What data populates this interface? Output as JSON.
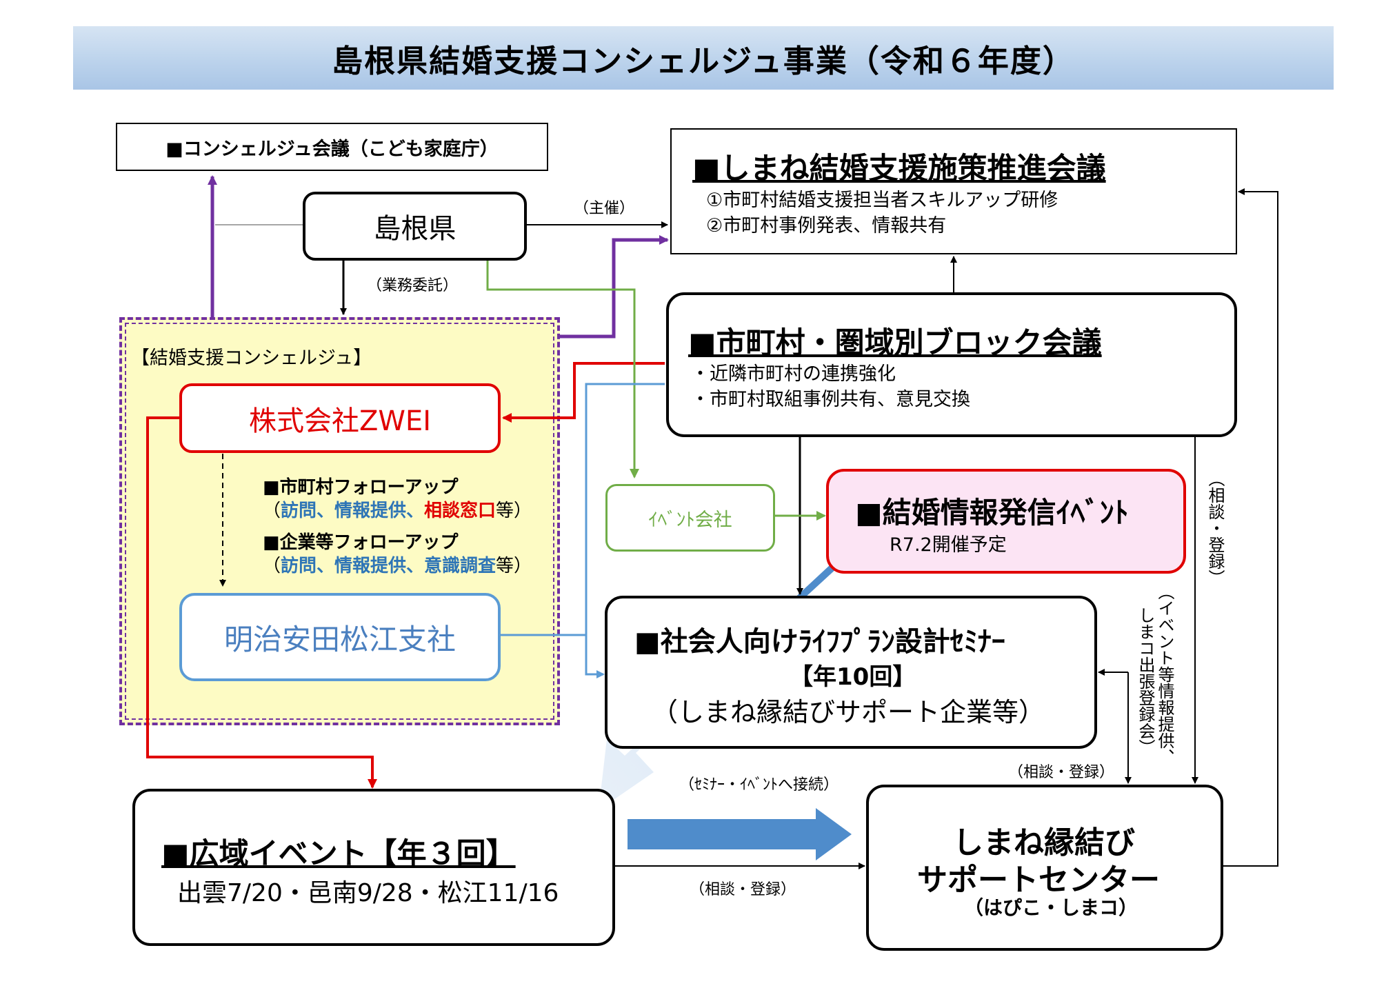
{
  "title": "島根県結婚支援コンシェルジュ事業（令和６年度）",
  "concierge_meeting": "■コンシェルジュ会議（こども家庭庁）",
  "shimane_pref": "島根県",
  "label_shusai": "（主催）",
  "label_gyomu": "（業務委託）",
  "promotion_meeting": {
    "heading": "■しまね結婚支援施策推進会議",
    "items": [
      "①市町村結婚支援担当者スキルアップ研修",
      "②市町村事例発表、情報共有"
    ]
  },
  "concierge_group": {
    "label": "【結婚支援コンシェルジュ】",
    "zwei": "株式会社ZWEI",
    "meiji": "明治安田松江支社",
    "followup_muni": {
      "title": "■市町村フォローアップ",
      "open": "（",
      "visit": "訪問、情報提供、",
      "consult": "相談窓口",
      "close": "等）"
    },
    "followup_corp": {
      "title": "■企業等フォローアップ",
      "open": "（",
      "detail": "訪問、情報提供、意識調査",
      "close": "等）"
    }
  },
  "block_meeting": {
    "heading": "■市町村・圏域別ブロック会議",
    "items": [
      "・近隣市町村の連携強化",
      "・市町村取組事例共有、意見交換"
    ]
  },
  "event_company": "ｲﾍﾞﾝﾄ会社",
  "info_event": {
    "heading": "■結婚情報発信ｲﾍﾞﾝﾄ",
    "note": "R7.2開催予定"
  },
  "seminar": {
    "heading": "■社会人向けﾗｲﾌﾌﾟﾗﾝ設計ｾﾐﾅｰ",
    "count": "【年10回】",
    "note": "（しまね縁結びサポート企業等）"
  },
  "regional_event": {
    "heading": "■広域イベント【年３回】",
    "dates": "出雲7/20・邑南9/28・松江11/16"
  },
  "support_center": {
    "line1": "しまね縁結び",
    "line2": "サポートセンター",
    "line3": "（はぴこ・しまコ）"
  },
  "labels": {
    "seminar_connect": "（ｾﾐﾅｰ・ｲﾍﾞﾝﾄへ接続）",
    "consult_register_bottom": "（相談・登録）",
    "consult_register_mid": "（相談・登録）",
    "consult_register_vertical": "（相談・登録）",
    "event_info_vertical_1": "（イベント等情報提供、",
    "event_info_vertical_2": "しまコ出張登録会）"
  },
  "colors": {
    "purple": "#7030a0",
    "red": "#e00000",
    "green": "#70ad47",
    "lightblue": "#5b9bd5",
    "zwei_text": "#e00000",
    "meiji_text": "#4a7fbf",
    "bluefollow": "#2e75b6",
    "event_bg": "#fce4f4",
    "concierge_bg": "#fdfbc4",
    "big_arrow": "#5b9bd5"
  }
}
